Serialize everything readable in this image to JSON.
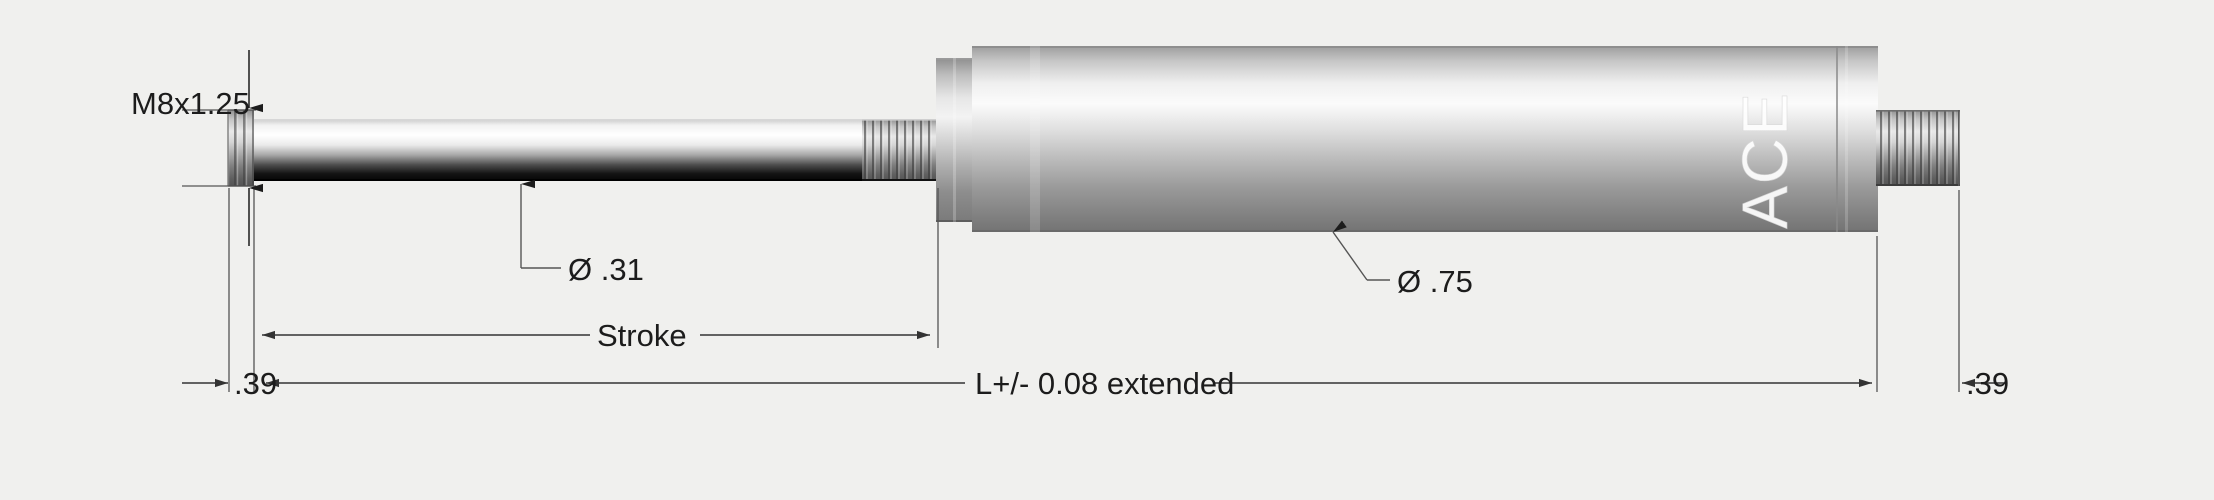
{
  "drawing": {
    "title": "Gas spring outline dimension drawing",
    "background_color": "#f0f0ee",
    "line_color": "#4a4a4a",
    "text_color": "#1c1c1c",
    "metal_light": "#ffffff",
    "metal_mid": "#b8b8b8",
    "metal_dark": "#0a0a0a"
  },
  "labels": {
    "thread_left": "M8x1.25",
    "rod_diameter": "Ø .31",
    "body_diameter": "Ø .75",
    "stroke": "Stroke",
    "overall_length": "L+/- 0.08 extended",
    "end_left": ".39",
    "end_right": ".39",
    "brand": "ACE"
  },
  "chart_data": {
    "type": "table",
    "title": "Gas spring dimensions",
    "categories": [
      "thread_left",
      "rod_diameter",
      "body_diameter",
      "stroke",
      "overall_length",
      "end_left",
      "end_right"
    ],
    "values": [
      "M8x1.25",
      "Ø .31",
      "Ø .75",
      "Stroke",
      "L+/- 0.08 extended",
      ".39",
      ".39"
    ]
  }
}
